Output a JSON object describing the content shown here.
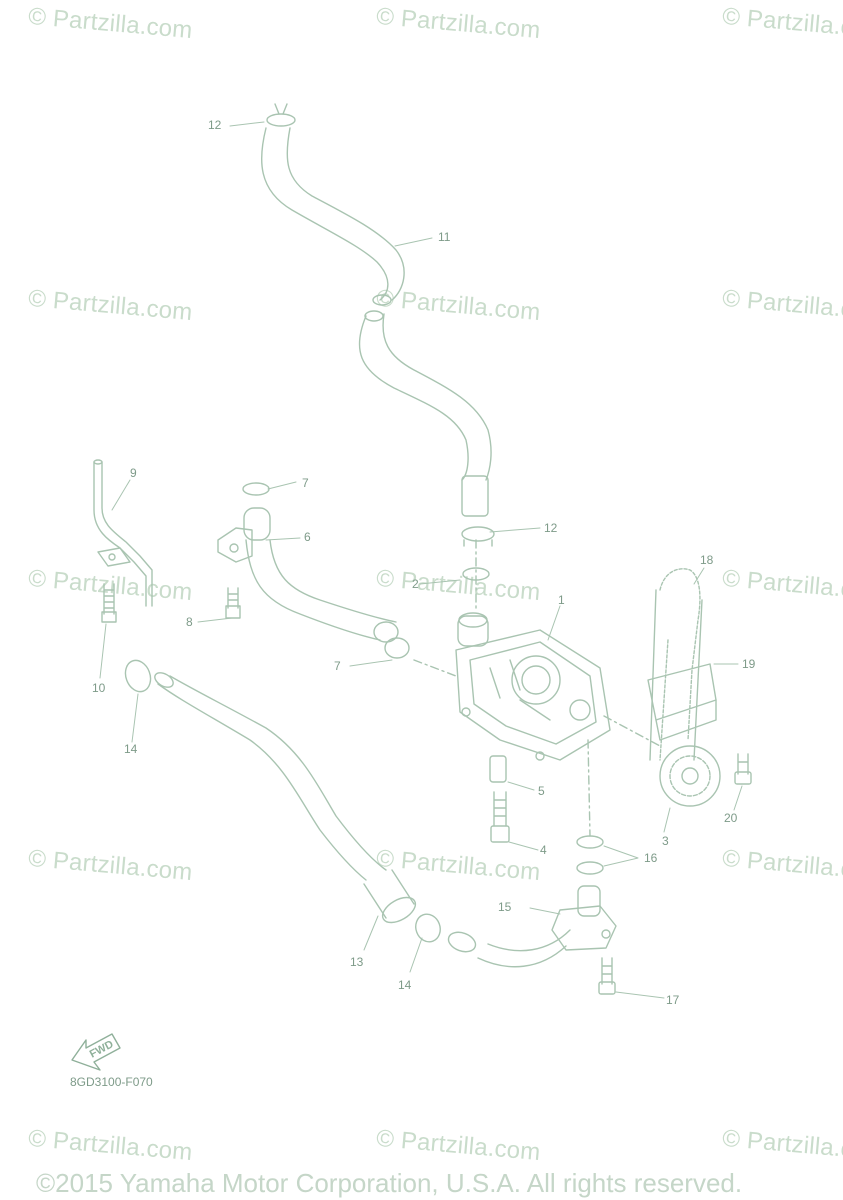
{
  "watermark": "© Partzilla.com",
  "diagram_code": "8GD3100-F070",
  "fwd_label": "FWD",
  "copyright": "©2015 Yamaha Motor Corporation, U.S.A. All rights reserved.",
  "colors": {
    "line": "#a9c4b1",
    "text": "#7e9b89",
    "watermark": "#c9dccb"
  },
  "callouts": [
    {
      "id": "c12a",
      "label": "12"
    },
    {
      "id": "c11",
      "label": "11"
    },
    {
      "id": "c9",
      "label": "9"
    },
    {
      "id": "c7a",
      "label": "7"
    },
    {
      "id": "c6",
      "label": "6"
    },
    {
      "id": "c12b",
      "label": "12"
    },
    {
      "id": "c2",
      "label": "2"
    },
    {
      "id": "c18",
      "label": "18"
    },
    {
      "id": "c8",
      "label": "8"
    },
    {
      "id": "c1",
      "label": "1"
    },
    {
      "id": "c19",
      "label": "19"
    },
    {
      "id": "c7b",
      "label": "7"
    },
    {
      "id": "c10",
      "label": "10"
    },
    {
      "id": "c14a",
      "label": "14"
    },
    {
      "id": "c5",
      "label": "5"
    },
    {
      "id": "c20",
      "label": "20"
    },
    {
      "id": "c3",
      "label": "3"
    },
    {
      "id": "c4",
      "label": "4"
    },
    {
      "id": "c16",
      "label": "16"
    },
    {
      "id": "c15",
      "label": "15"
    },
    {
      "id": "c13",
      "label": "13"
    },
    {
      "id": "c14b",
      "label": "14"
    },
    {
      "id": "c17",
      "label": "17"
    }
  ]
}
